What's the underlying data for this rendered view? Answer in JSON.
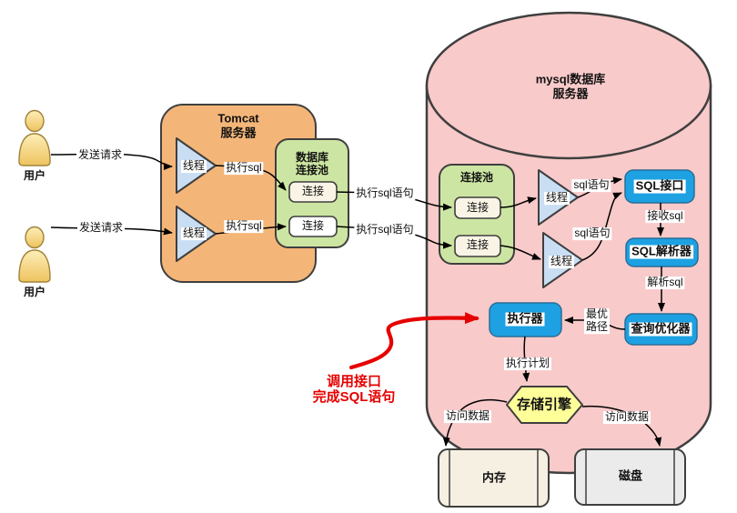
{
  "users": {
    "label": "用户",
    "request_label": "发送请求"
  },
  "tomcat": {
    "title_line1": "Tomcat",
    "title_line2": "服务器",
    "thread_label": "线程",
    "exec_sql_label": "执行sql"
  },
  "outer_pool": {
    "title_line1": "数据库",
    "title_line2": "连接池",
    "conn_label": "连接",
    "exec_sql_stmt_label": "执行sql语句"
  },
  "mysql": {
    "title_line1": "mysql数据库",
    "title_line2": "服务器",
    "pool_title": "连接池",
    "conn_label": "连接",
    "thread_label": "线程",
    "sql_stmt_label": "sql语句",
    "sql_interface": "SQL接口",
    "receive_sql": "接收sql",
    "sql_parser": "SQL解析器",
    "parse_sql": "解析sql",
    "optimizer": "查询优化器",
    "best_path_line1": "最优",
    "best_path_line2": "路径",
    "executor": "执行器",
    "exec_plan": "执行计划",
    "storage_engine": "存储引擎",
    "access_data": "访问数据",
    "memory": "内存",
    "disk": "磁盘"
  },
  "annotation": {
    "line1": "调用接口",
    "line2": "完成SQL语句"
  },
  "colors": {
    "tomcat_fill": "#f4b678",
    "pool_fill": "#cde5a2",
    "cylinder_fill": "#f9caca",
    "blue_fill": "#1da1e2",
    "triangle_fill": "#c9def3",
    "engine_fill": "#ffff99",
    "memory_fill": "#f5f0e1",
    "disk_fill": "#ebebeb",
    "conn_cream_fill": "#f9f4e5",
    "conn_white_fill": "#ffffff",
    "shape_stroke": "#3f3f3f",
    "arrow_color": "#000000",
    "annotation_color": "#e60000"
  }
}
